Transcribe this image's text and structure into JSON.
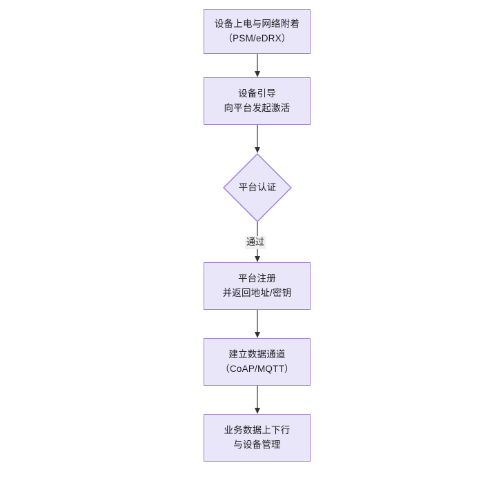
{
  "diagram": {
    "type": "flowchart",
    "orientation": "top-to-bottom",
    "theme": {
      "node_fill": "#e9e6fa",
      "node_border": "#9f80d6",
      "node_text": "#1f1f1f",
      "edge_color": "#333333",
      "edge_label_bg": "#f0f0f0",
      "background": "#ffffff"
    },
    "nodes": [
      {
        "id": "n1",
        "shape": "rectangle",
        "lines": [
          "设备上电与网络附着",
          "（PSM/eDRX）"
        ]
      },
      {
        "id": "n2",
        "shape": "rectangle",
        "lines": [
          "设备引导",
          "向平台发起激活"
        ]
      },
      {
        "id": "n3",
        "shape": "diamond",
        "lines": [
          "平台认证"
        ]
      },
      {
        "id": "n4",
        "shape": "rectangle",
        "lines": [
          "平台注册",
          "并返回地址/密钥"
        ]
      },
      {
        "id": "n5",
        "shape": "rectangle",
        "lines": [
          "建立数据通道",
          "（CoAP/MQTT）"
        ]
      },
      {
        "id": "n6",
        "shape": "rectangle",
        "lines": [
          "业务数据上下行",
          "与设备管理"
        ]
      }
    ],
    "edges": [
      {
        "id": "e1",
        "from": "n1",
        "to": "n2",
        "label": ""
      },
      {
        "id": "e2",
        "from": "n2",
        "to": "n3",
        "label": ""
      },
      {
        "id": "e3",
        "from": "n3",
        "to": "n4",
        "label": "通过"
      },
      {
        "id": "e4",
        "from": "n4",
        "to": "n5",
        "label": ""
      },
      {
        "id": "e5",
        "from": "n5",
        "to": "n6",
        "label": ""
      }
    ]
  }
}
